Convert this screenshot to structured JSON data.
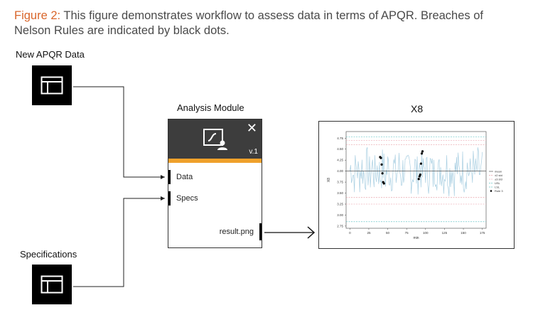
{
  "caption": {
    "figure_label": "Figure 2:",
    "text": " This figure demonstrates workflow to assess data in terms of APQR. Breaches of Nelson Rules are indicated by black dots."
  },
  "sources": [
    {
      "label": "New APQR Data",
      "icon": "table-icon"
    },
    {
      "label": "Specifications",
      "icon": "table-icon"
    }
  ],
  "module": {
    "title": "Analysis Module",
    "version": "v.1",
    "close": "✕",
    "inputs": [
      "Data",
      "Specs"
    ],
    "output": "result.png",
    "icon": "chart-presenter-icon"
  },
  "plot": {
    "title": "X8"
  },
  "chart_data": {
    "type": "line",
    "title": "",
    "xlabel": "min",
    "ylabel": "X8",
    "xlim": [
      -5,
      180
    ],
    "ylim": [
      2.7,
      4.9
    ],
    "x_ticks": [
      "0",
      "25",
      "50",
      "75",
      "100",
      "125",
      "150",
      "175"
    ],
    "y_ticks": [
      "2.75",
      "3.00",
      "3.25",
      "3.50",
      "3.75",
      "4.00",
      "4.25",
      "4.50",
      "4.75"
    ],
    "legend": [
      "mean",
      "±2 std",
      "±3 std",
      "USL",
      "LSL",
      "Rule 3"
    ],
    "legend_position": "right",
    "colors": {
      "series": "#a9cfe2",
      "mean": "#555555",
      "std2": "#e8a0a8",
      "std3": "#f0b8c0",
      "usl": "#6cc7c9",
      "lsl": "#6cc7c9",
      "breach": "#000000"
    },
    "mean": 4.0,
    "std2": [
      3.4,
      4.6
    ],
    "std3": [
      3.25,
      4.7
    ],
    "usl": 4.78,
    "lsl": 2.85,
    "rule3_points": [
      {
        "x": 40,
        "y": 4.32
      },
      {
        "x": 41,
        "y": 4.3
      },
      {
        "x": 42,
        "y": 4.15
      },
      {
        "x": 43,
        "y": 3.95
      },
      {
        "x": 44,
        "y": 3.75
      },
      {
        "x": 45,
        "y": 3.72
      },
      {
        "x": 91,
        "y": 3.82
      },
      {
        "x": 92,
        "y": 3.88
      },
      {
        "x": 93,
        "y": 3.92
      },
      {
        "x": 94,
        "y": 4.17
      },
      {
        "x": 95,
        "y": 4.4
      },
      {
        "x": 96,
        "y": 4.45
      }
    ]
  }
}
